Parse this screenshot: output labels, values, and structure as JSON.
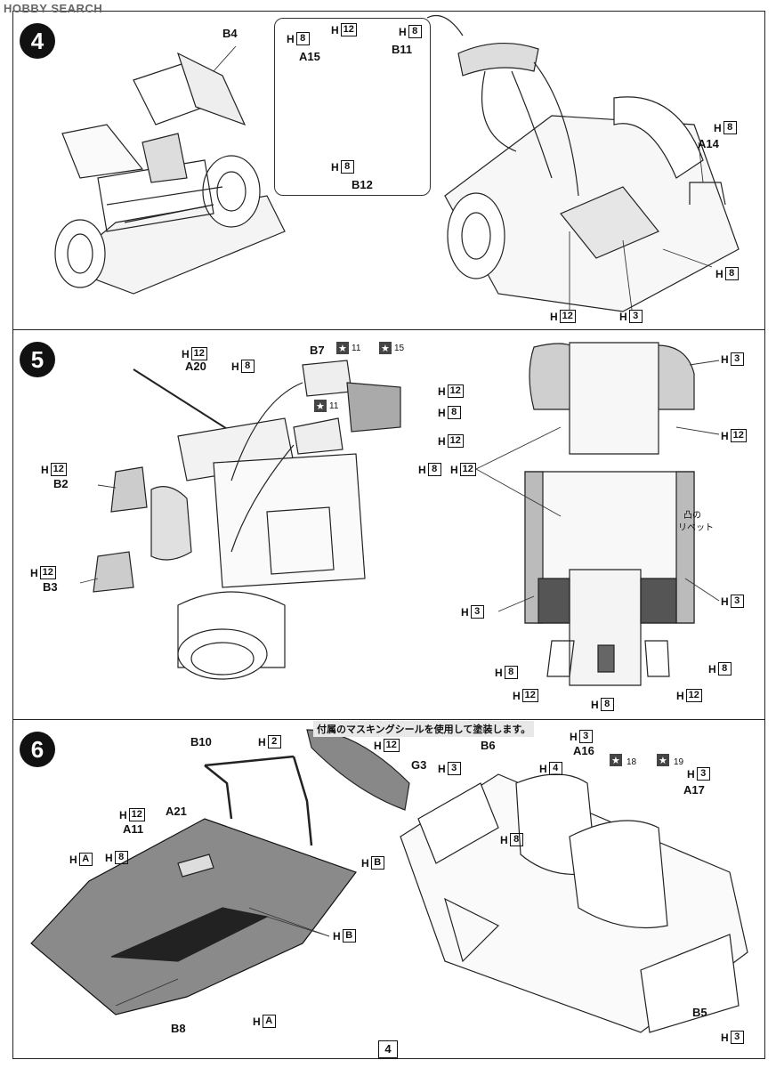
{
  "watermark": "HOBBY SEARCH",
  "page_number": "4",
  "step4": {
    "number": "4",
    "labels": {
      "b4": "B4",
      "a15": "A15",
      "b11": "B11",
      "b12": "B12",
      "a14": "A14"
    },
    "codes": [
      {
        "h": "H",
        "code": "8"
      },
      {
        "h": "H",
        "code": "12"
      },
      {
        "h": "H",
        "code": "8"
      },
      {
        "h": "H",
        "code": "8"
      },
      {
        "h": "H",
        "code": "8"
      },
      {
        "h": "H",
        "code": "8"
      },
      {
        "h": "H",
        "code": "12"
      },
      {
        "h": "H",
        "code": "3"
      }
    ]
  },
  "step5": {
    "number": "5",
    "labels": {
      "a20": "A20",
      "b7": "B7",
      "b2": "B2",
      "b3": "B3",
      "star11a": "11",
      "star15": "15",
      "star11b": "11"
    },
    "codes": [
      {
        "h": "H",
        "code": "12"
      },
      {
        "h": "H",
        "code": "8"
      },
      {
        "h": "H",
        "code": "12"
      },
      {
        "h": "H",
        "code": "8"
      },
      {
        "h": "H",
        "code": "12"
      },
      {
        "h": "H",
        "code": "8"
      },
      {
        "h": "H",
        "code": "12"
      },
      {
        "h": "H",
        "code": "12"
      },
      {
        "h": "H",
        "code": "12"
      },
      {
        "h": "H",
        "code": "3"
      },
      {
        "h": "H",
        "code": "12"
      },
      {
        "h": "H",
        "code": "3"
      },
      {
        "h": "H",
        "code": "3"
      },
      {
        "h": "H",
        "code": "8"
      },
      {
        "h": "H",
        "code": "12"
      },
      {
        "h": "H",
        "code": "8"
      },
      {
        "h": "H",
        "code": "12"
      },
      {
        "h": "H",
        "code": "8"
      }
    ],
    "rivet_note_line1": "凸の",
    "rivet_note_line2": "リベット"
  },
  "step6": {
    "number": "6",
    "banner": "付属のマスキングシールを使用して塗装します。",
    "labels": {
      "b10": "B10",
      "a21": "A21",
      "a11": "A11",
      "g3": "G3",
      "b6": "B6",
      "a16": "A16",
      "a17": "A17",
      "b8": "B8",
      "b5": "B5",
      "star18": "18",
      "star19": "19"
    },
    "codes": [
      {
        "h": "H",
        "code": "2"
      },
      {
        "h": "H",
        "code": "12"
      },
      {
        "h": "H",
        "code": "12"
      },
      {
        "h": "H",
        "code": "A"
      },
      {
        "h": "H",
        "code": "8"
      },
      {
        "h": "H",
        "code": "B"
      },
      {
        "h": "H",
        "code": "B"
      },
      {
        "h": "H",
        "code": "A"
      },
      {
        "h": "H",
        "code": "3"
      },
      {
        "h": "H",
        "code": "4"
      },
      {
        "h": "H",
        "code": "8"
      },
      {
        "h": "H",
        "code": "3"
      },
      {
        "h": "H",
        "code": "3"
      },
      {
        "h": "H",
        "code": "3"
      }
    ]
  }
}
